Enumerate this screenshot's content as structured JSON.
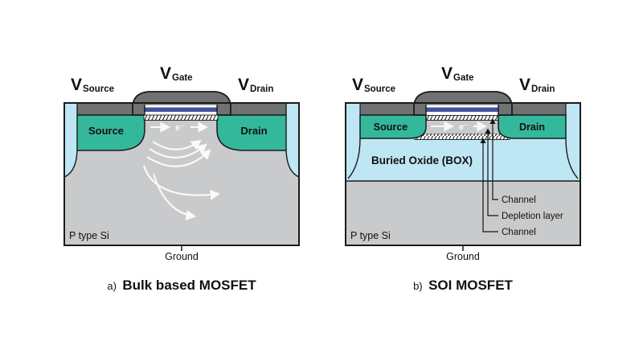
{
  "colors": {
    "background": "#ffffff",
    "substrate_gray": "#c9cacc",
    "gate_gray": "#707173",
    "source_drain_teal": "#34b89c",
    "oxide_light_blue": "#bfe6f4",
    "gate_oxide_navy": "#45519e",
    "outline": "#1a1a1a",
    "flow_arrow": "#ffffff"
  },
  "left_diagram": {
    "caption_prefix": "a)",
    "caption": "Bulk based MOSFET",
    "terminals": {
      "source": {
        "symbol": "V",
        "subscript": "Source"
      },
      "gate": {
        "symbol": "V",
        "subscript": "Gate"
      },
      "drain": {
        "symbol": "V",
        "subscript": "Drain"
      }
    },
    "regions": {
      "source": "Source",
      "drain": "Drain",
      "substrate": "P type Si"
    },
    "electron_label": "e⁻",
    "ground_label": "Ground"
  },
  "right_diagram": {
    "caption_prefix": "b)",
    "caption": "SOI MOSFET",
    "terminals": {
      "source": {
        "symbol": "V",
        "subscript": "Source"
      },
      "gate": {
        "symbol": "V",
        "subscript": "Gate"
      },
      "drain": {
        "symbol": "V",
        "subscript": "Drain"
      }
    },
    "regions": {
      "source": "Source",
      "drain": "Drain",
      "substrate": "P type Si",
      "buried_oxide": "Buried Oxide (BOX)"
    },
    "electron_label": "e⁻",
    "ground_label": "Ground",
    "annotations": {
      "top_channel": "Channel",
      "depletion": "Depletion layer",
      "bottom_channel": "Channel"
    }
  }
}
